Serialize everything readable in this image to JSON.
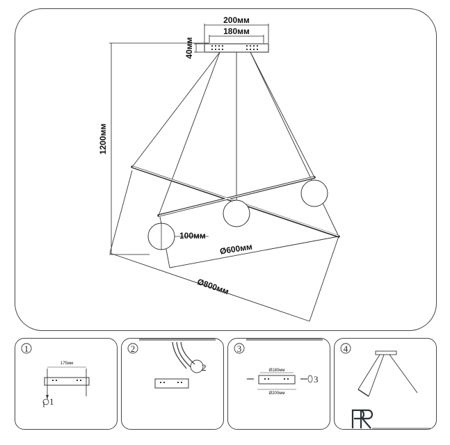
{
  "dimensions": {
    "canopy_outer": "200мм",
    "canopy_inner": "180мм",
    "canopy_height": "40мм",
    "suspension_length": "1200мм",
    "globe_diameter": "100мм",
    "inner_diameter": "Ø600мм",
    "outer_diameter": "Ø800мм"
  },
  "steps": [
    {
      "number": "1",
      "plate_width": "175мм",
      "screw_label": "1"
    },
    {
      "number": "2",
      "screw_label": "2"
    },
    {
      "number": "3",
      "plate_inner": "Ø180мм",
      "plate_outer": "Ø200мм",
      "screw_label": "3"
    },
    {
      "number": "4"
    }
  ],
  "brand": {
    "logo_text": "PR"
  }
}
